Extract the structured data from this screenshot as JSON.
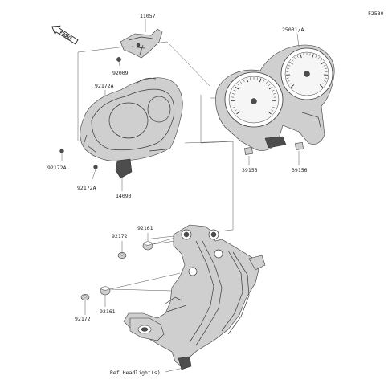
{
  "figure_code": "F2530",
  "front_marker": "FRONT",
  "part_labels": {
    "p11057": "11057",
    "p25031A": "25031/A",
    "p92009": "92009",
    "p92172A_top": "92172A",
    "p92172A_left": "92172A",
    "p92172A_bottom": "92172A",
    "p14093": "14093",
    "p39156_left": "39156",
    "p39156_right": "39156",
    "p92161_upper": "92161",
    "p92172_upper": "92172",
    "p92161_lower": "92161",
    "p92172_lower": "92172",
    "ref_headlights": "Ref.Headlight(s)"
  }
}
